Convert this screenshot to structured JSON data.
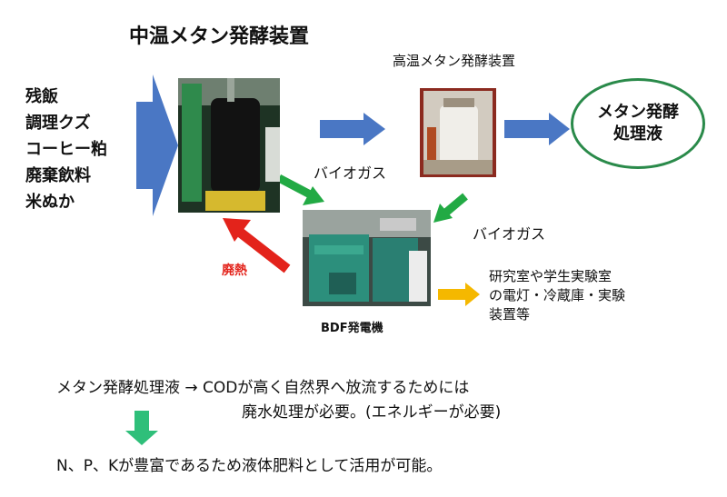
{
  "titles": {
    "mesophilic": "中温メタン発酵装置",
    "thermophilic": "高温メタン発酵装置"
  },
  "inputs": [
    "残飯",
    "調理クズ",
    "コーヒー粕",
    "廃棄飲料",
    "米ぬか"
  ],
  "labels": {
    "biogas_left": "バイオガス",
    "biogas_right": "バイオガス",
    "waste_heat": "廃熱",
    "bdf_generator": "BDF発電機"
  },
  "output_ellipse": [
    "メタン発酵",
    "処理液"
  ],
  "power_use": [
    "研究室や学生実験室",
    "の電灯・冷蔵庫・実験",
    "装置等"
  ],
  "bottom_text": {
    "line1": "メタン発酵処理液 → CODが高く自然界へ放流するためには",
    "line2": "廃水処理が必要。(エネルギーが必要)",
    "line3": "N、P、Kが豊富であるため液体肥料として活用が可能。"
  },
  "colors": {
    "blue_arrow": "#4a77c4",
    "green_arrow": "#22aa44",
    "red_arrow": "#e3231b",
    "yellow_arrow": "#f5b800",
    "ellipse_border": "#2a8a4a",
    "down_arrow": "#2fbf7a"
  }
}
